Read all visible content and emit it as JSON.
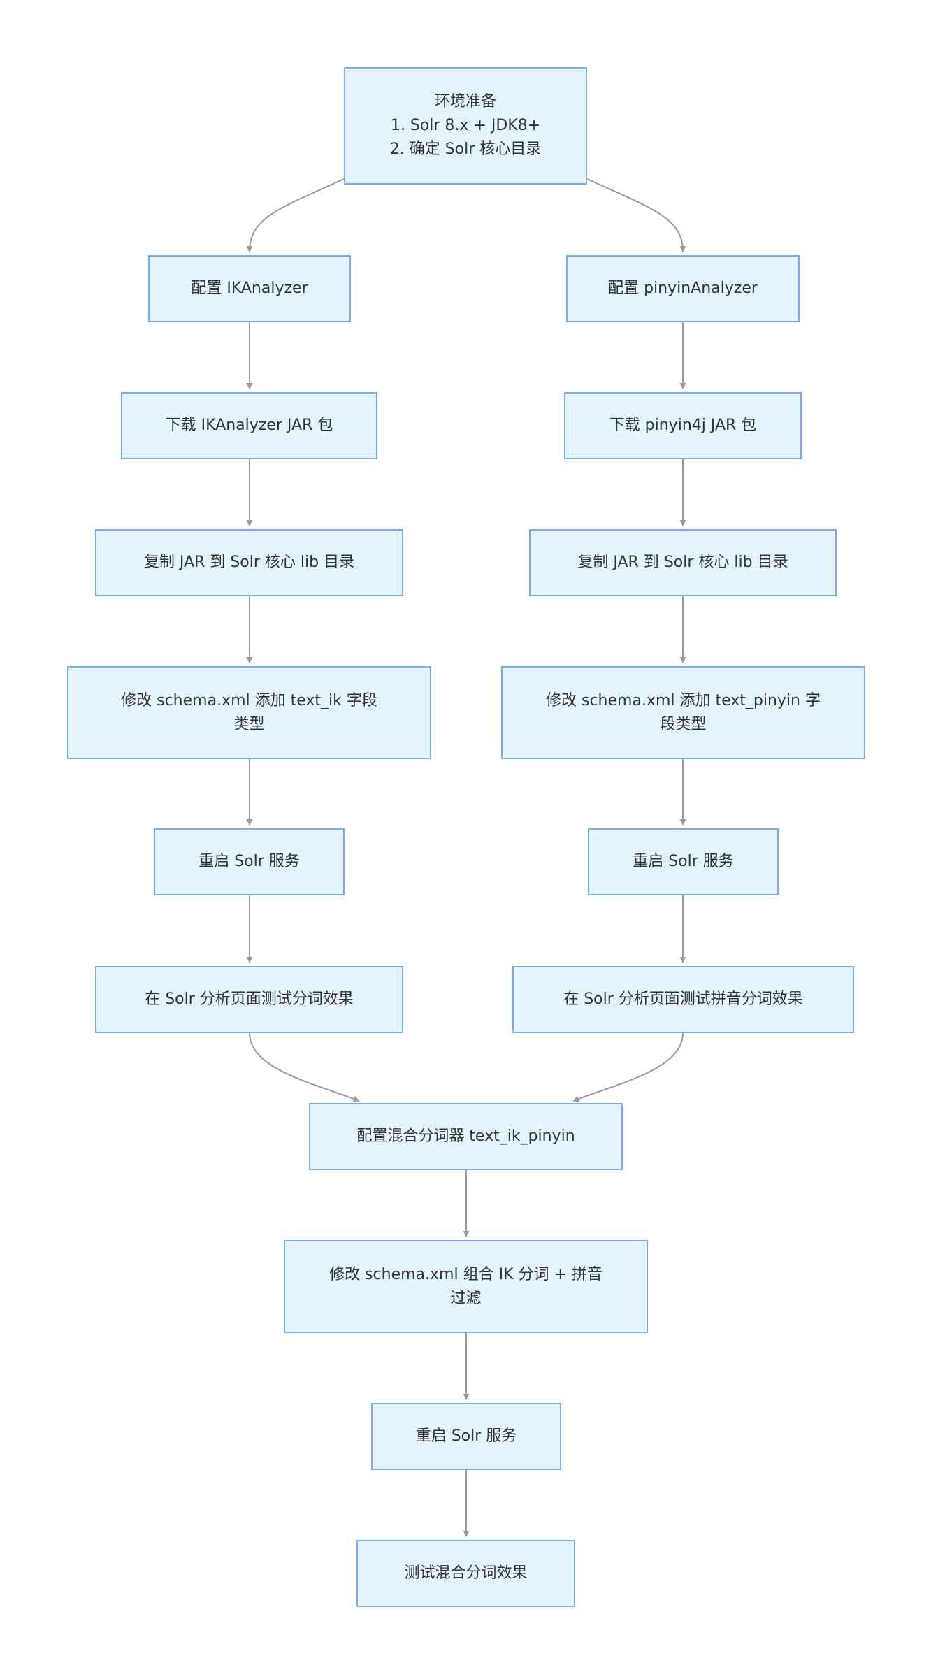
{
  "diagram": {
    "type": "flowchart",
    "direction": "top-down",
    "colors": {
      "node_fill": "#e3f4fc",
      "node_border": "#7aabf0",
      "edge": "#999999",
      "text": "#333333"
    },
    "nodes": [
      {
        "id": "env",
        "label": "环境准备\n1. Solr 8.x + JDK8+\n2. 确定 Solr 核心目录"
      },
      {
        "id": "ik_config",
        "label": "配置 IKAnalyzer"
      },
      {
        "id": "py_config",
        "label": "配置 pinyinAnalyzer"
      },
      {
        "id": "ik_download",
        "label": "下载 IKAnalyzer JAR 包"
      },
      {
        "id": "py_download",
        "label": "下载 pinyin4j JAR 包"
      },
      {
        "id": "ik_copy",
        "label": "复制 JAR 到 Solr 核心 lib 目录"
      },
      {
        "id": "py_copy",
        "label": "复制 JAR 到 Solr 核心 lib 目录"
      },
      {
        "id": "ik_schema",
        "label": "修改 schema.xml 添加 text_ik 字段\n类型"
      },
      {
        "id": "py_schema",
        "label": "修改 schema.xml 添加 text_pinyin 字\n段类型"
      },
      {
        "id": "ik_restart",
        "label": "重启 Solr 服务"
      },
      {
        "id": "py_restart",
        "label": "重启 Solr 服务"
      },
      {
        "id": "ik_test",
        "label": "在 Solr 分析页面测试分词效果"
      },
      {
        "id": "py_test",
        "label": "在 Solr 分析页面测试拼音分词效果"
      },
      {
        "id": "mix_config",
        "label": "配置混合分词器 text_ik_pinyin"
      },
      {
        "id": "mix_schema",
        "label": "修改 schema.xml 组合 IK 分词 + 拼音\n过滤"
      },
      {
        "id": "mix_restart",
        "label": "重启 Solr 服务"
      },
      {
        "id": "mix_test",
        "label": "测试混合分词效果"
      }
    ],
    "edges": [
      {
        "from": "env",
        "to": "ik_config"
      },
      {
        "from": "env",
        "to": "py_config"
      },
      {
        "from": "ik_config",
        "to": "ik_download"
      },
      {
        "from": "py_config",
        "to": "py_download"
      },
      {
        "from": "ik_download",
        "to": "ik_copy"
      },
      {
        "from": "py_download",
        "to": "py_copy"
      },
      {
        "from": "ik_copy",
        "to": "ik_schema"
      },
      {
        "from": "py_copy",
        "to": "py_schema"
      },
      {
        "from": "ik_schema",
        "to": "ik_restart"
      },
      {
        "from": "py_schema",
        "to": "py_restart"
      },
      {
        "from": "ik_restart",
        "to": "ik_test"
      },
      {
        "from": "py_restart",
        "to": "py_test"
      },
      {
        "from": "ik_test",
        "to": "mix_config"
      },
      {
        "from": "py_test",
        "to": "mix_config"
      },
      {
        "from": "mix_config",
        "to": "mix_schema"
      },
      {
        "from": "mix_schema",
        "to": "mix_restart"
      },
      {
        "from": "mix_restart",
        "to": "mix_test"
      }
    ]
  }
}
